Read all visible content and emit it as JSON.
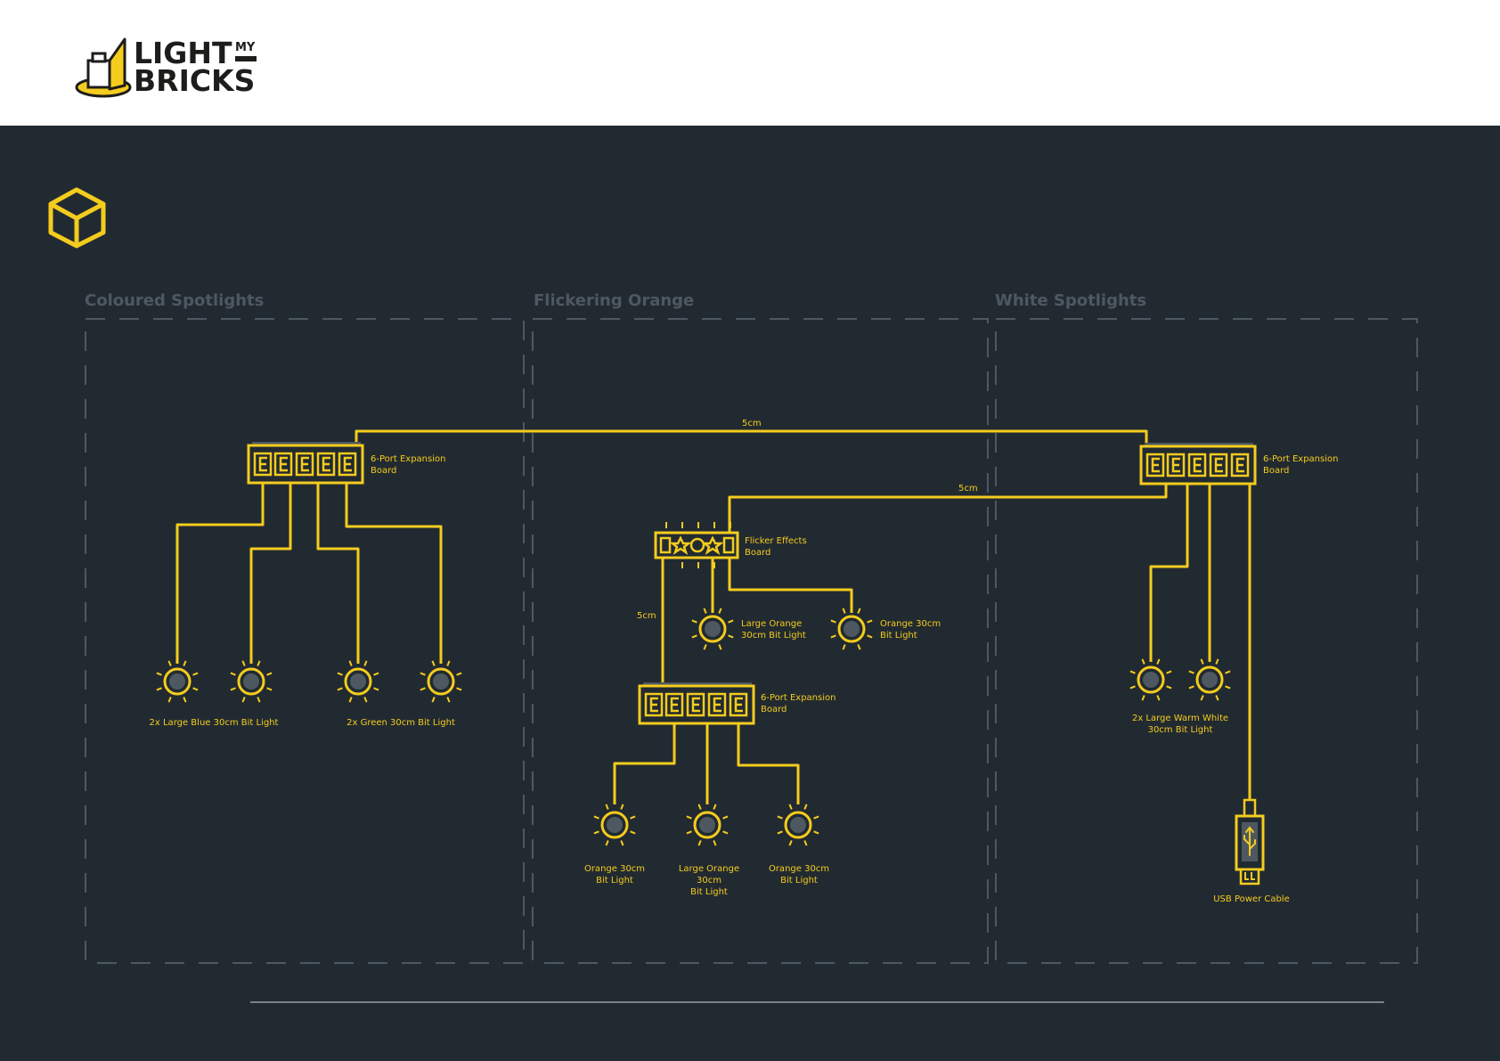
{
  "brand": {
    "line1": "LIGHT",
    "line1_small": "MY",
    "line2": "BRICKS"
  },
  "colors": {
    "accent": "#f4cc1e",
    "background": "#222a31",
    "header": "#ffffff",
    "dashed": "#4e5861"
  },
  "icons": {
    "header_icon": "cube-icon",
    "power": "usb-icon"
  },
  "sections": [
    {
      "title": "Coloured Spotlights"
    },
    {
      "title": "Flickering Orange"
    },
    {
      "title": "White Spotlights"
    }
  ],
  "wire_labels": {
    "top_cable": "5cm",
    "mid_cable": "5cm",
    "vertical_cable": "5cm"
  },
  "boards": {
    "left": {
      "l1": "6-Port Expansion",
      "l2": "Board"
    },
    "right": {
      "l1": "6-Port Expansion",
      "l2": "Board"
    },
    "flicker": {
      "l1": "Flicker Effects",
      "l2": "Board"
    },
    "center": {
      "l1": "6-Port Expansion",
      "l2": "Board"
    }
  },
  "light_labels": {
    "blue": "2x Large Blue 30cm Bit Light",
    "green": "2x Green 30cm Bit Light",
    "flicker_large": {
      "l1": "Large Orange",
      "l2": "30cm Bit Light"
    },
    "flicker_small": {
      "l1": "Orange 30cm",
      "l2": "Bit Light"
    },
    "bottom_left": {
      "l1": "Orange 30cm",
      "l2": "Bit Light"
    },
    "bottom_mid": {
      "l1": "Large Orange",
      "l2": "30cm",
      "l3": "Bit Light"
    },
    "bottom_right": {
      "l1": "Orange 30cm",
      "l2": "Bit Light"
    },
    "warm": {
      "l1": "2x Large Warm White",
      "l2": "30cm Bit Light"
    },
    "usb": "USB Power Cable"
  }
}
